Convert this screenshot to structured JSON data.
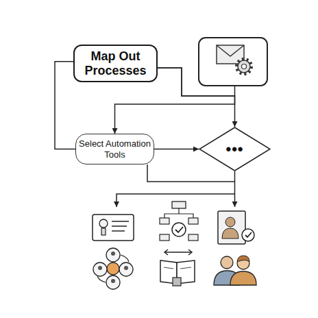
{
  "diagram": {
    "nodes": [
      {
        "text": [
          "Map Out Processes"
        ]
      },
      {
        "text": [
          "Select Automation Tools"
        ]
      },
      {
        "text": [
          "•••"
        ]
      }
    ],
    "edges": [
      {
        "from": 0,
        "to": 2,
        "arrow": "to"
      },
      {
        "from": 0,
        "to": 1,
        "arrow": "to"
      },
      {
        "from": 0,
        "to": 1,
        "arrow": "none"
      },
      {
        "from": 1,
        "to": 2,
        "arrow": "to"
      }
    ]
  }
}
